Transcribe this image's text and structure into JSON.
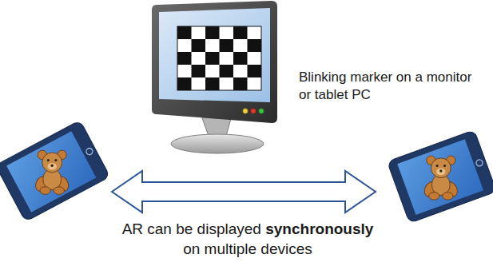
{
  "diagram": {
    "labels": [
      "Blinking marker on a monitor or tablet PC",
      "AR can be displayed",
      "synchronously",
      "on multiple devices"
    ]
  }
}
